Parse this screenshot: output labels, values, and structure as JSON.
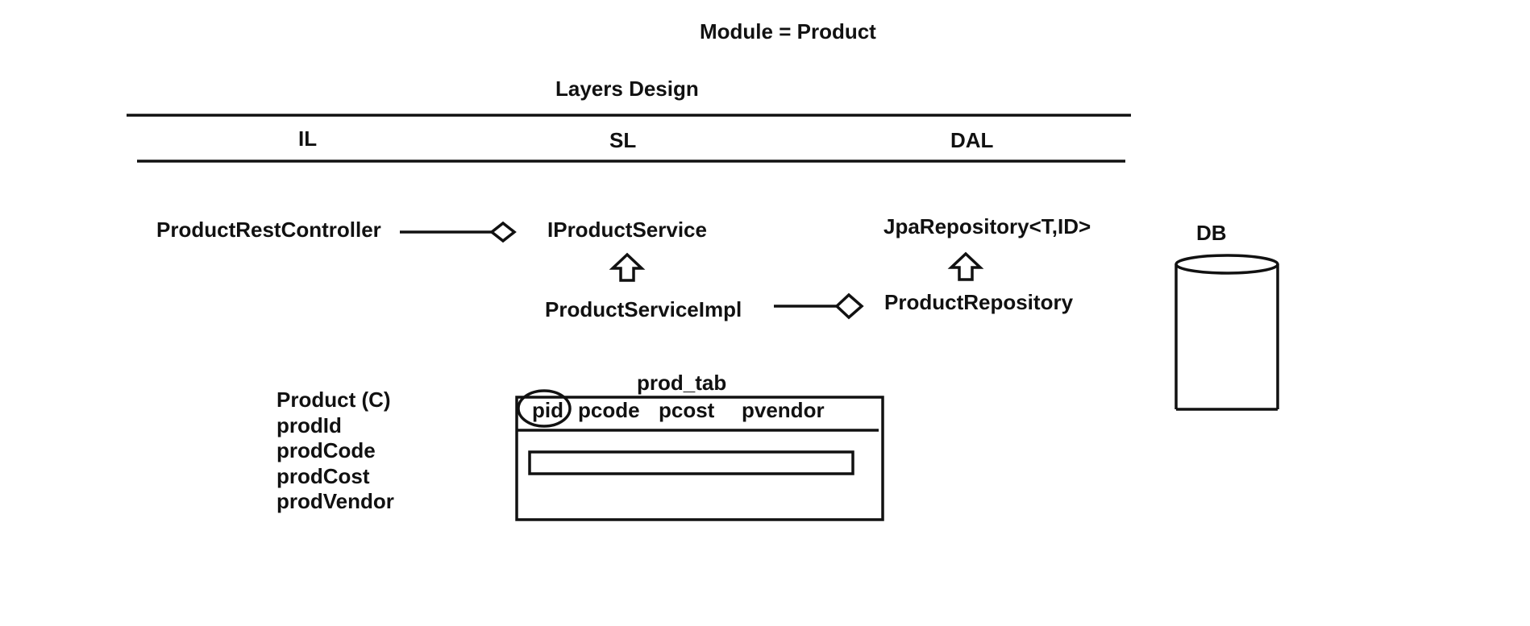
{
  "title": "Module = Product",
  "subtitle": "Layers Design",
  "layers": [
    {
      "label": "IL"
    },
    {
      "label": "SL"
    },
    {
      "label": "DAL"
    }
  ],
  "components": {
    "controller": "ProductRestController",
    "service_interface": "IProductService",
    "service_impl": "ProductServiceImpl",
    "jpa_repository": "JpaRepository<T,ID>",
    "product_repository": "ProductRepository"
  },
  "database": {
    "label": "DB"
  },
  "entity_class": {
    "heading": "Product (C)",
    "fields": [
      "prodId",
      "prodCode",
      "prodCost",
      "prodVendor"
    ]
  },
  "table": {
    "name": "prod_tab",
    "columns": [
      "pid",
      "pcode",
      "pcost",
      "pvendor"
    ],
    "primary_key_column": "pid"
  },
  "colors": {
    "line": "#111111",
    "background": "#ffffff"
  }
}
